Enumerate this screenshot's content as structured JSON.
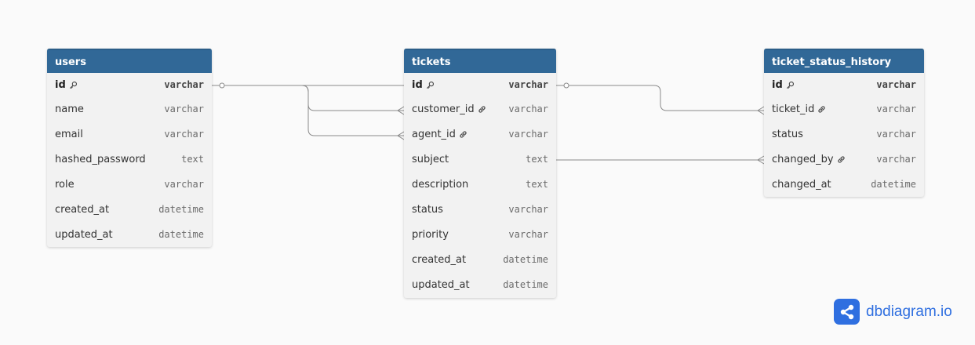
{
  "tables": {
    "users": {
      "name": "users",
      "fields": [
        {
          "name": "id",
          "type": "varchar"
        },
        {
          "name": "name",
          "type": "varchar"
        },
        {
          "name": "email",
          "type": "varchar"
        },
        {
          "name": "hashed_password",
          "type": "text"
        },
        {
          "name": "role",
          "type": "varchar"
        },
        {
          "name": "created_at",
          "type": "datetime"
        },
        {
          "name": "updated_at",
          "type": "datetime"
        }
      ]
    },
    "tickets": {
      "name": "tickets",
      "fields": [
        {
          "name": "id",
          "type": "varchar"
        },
        {
          "name": "customer_id",
          "type": "varchar"
        },
        {
          "name": "agent_id",
          "type": "varchar"
        },
        {
          "name": "subject",
          "type": "text"
        },
        {
          "name": "description",
          "type": "text"
        },
        {
          "name": "status",
          "type": "varchar"
        },
        {
          "name": "priority",
          "type": "varchar"
        },
        {
          "name": "created_at",
          "type": "datetime"
        },
        {
          "name": "updated_at",
          "type": "datetime"
        }
      ]
    },
    "ticket_status_history": {
      "name": "ticket_status_history",
      "fields": [
        {
          "name": "id",
          "type": "varchar"
        },
        {
          "name": "ticket_id",
          "type": "varchar"
        },
        {
          "name": "status",
          "type": "varchar"
        },
        {
          "name": "changed_by",
          "type": "varchar"
        },
        {
          "name": "changed_at",
          "type": "datetime"
        }
      ]
    }
  },
  "branding": {
    "logo_text": "dbdiagram.io",
    "color": "#2f6fe0"
  },
  "colors": {
    "header": "#316897",
    "body": "#f2f2f2",
    "connector": "#8a8a8a"
  }
}
